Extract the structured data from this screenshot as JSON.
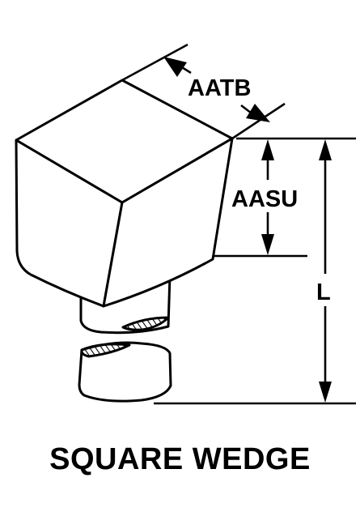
{
  "diagram": {
    "title": "SQUARE WEDGE",
    "dimensions": {
      "width_label": "AATB",
      "height_label": "AASU",
      "length_label": "L"
    }
  }
}
